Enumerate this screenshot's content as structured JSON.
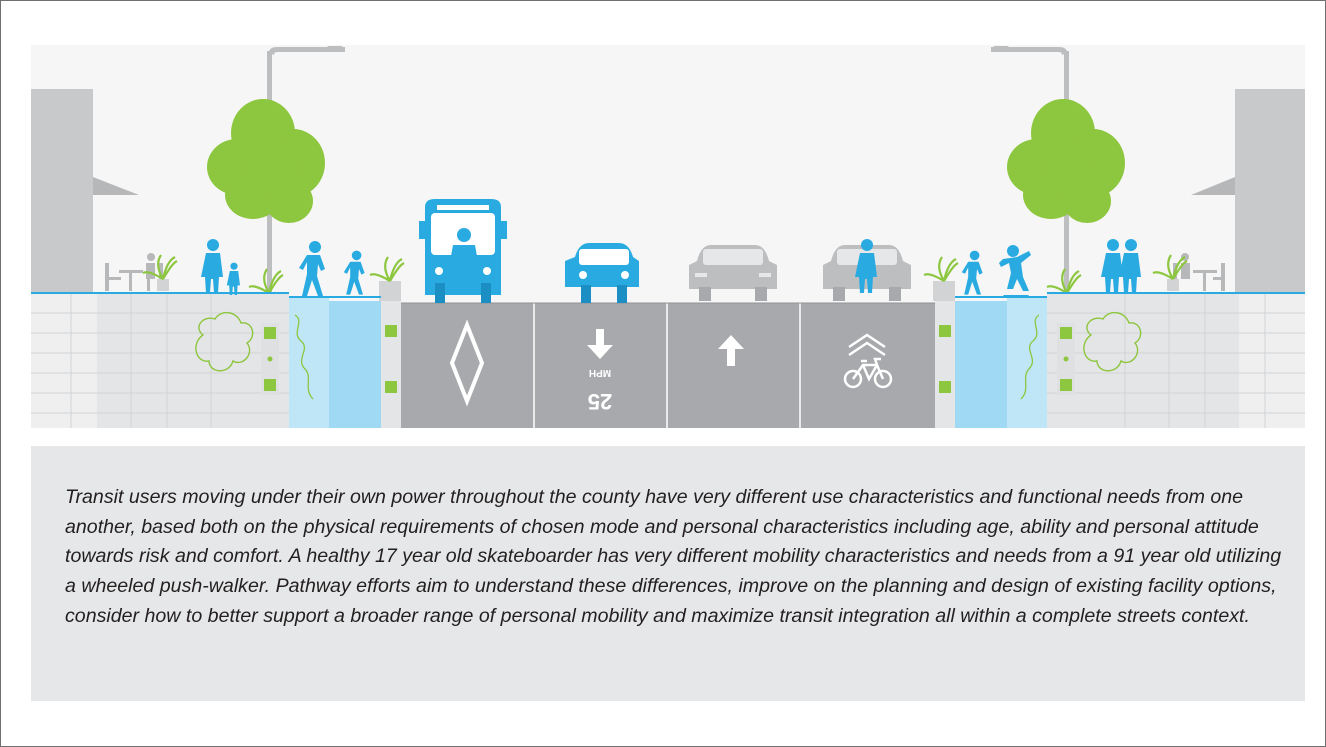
{
  "illustration": {
    "speed_marking": {
      "number": "25",
      "unit": "MPH"
    },
    "colors": {
      "accent_blue": "#29abe2",
      "tree_green": "#8dc63f",
      "lane_gray": "#a7a9ac",
      "building_gray": "#c8c9cb",
      "car_gray": "#bcbec0",
      "marking_white": "#ffffff"
    },
    "icons": [
      "street-light-icon",
      "tree-icon",
      "bus-icon",
      "car-icon",
      "pedestrian-icon",
      "runner-icon",
      "skateboarder-icon",
      "cafe-table-icon",
      "planter-icon",
      "diamond-marking-icon",
      "arrow-down-icon",
      "arrow-up-icon",
      "sharrow-bike-icon"
    ]
  },
  "caption": {
    "text": "Transit users moving under their own power throughout the county have very different use characteristics and functional needs from one another, based both on the physical requirements of chosen mode and personal characteristics including age, ability and personal attitude towards risk and comfort. A healthy 17 year old skateboarder has very different mobility characteristics and needs from a 91 year old utilizing a wheeled push-walker. Pathway efforts aim to understand these differences, improve on the planning and design of existing facility options, consider how to better support a broader range of personal mobility and maximize transit integration all within a complete streets context."
  }
}
